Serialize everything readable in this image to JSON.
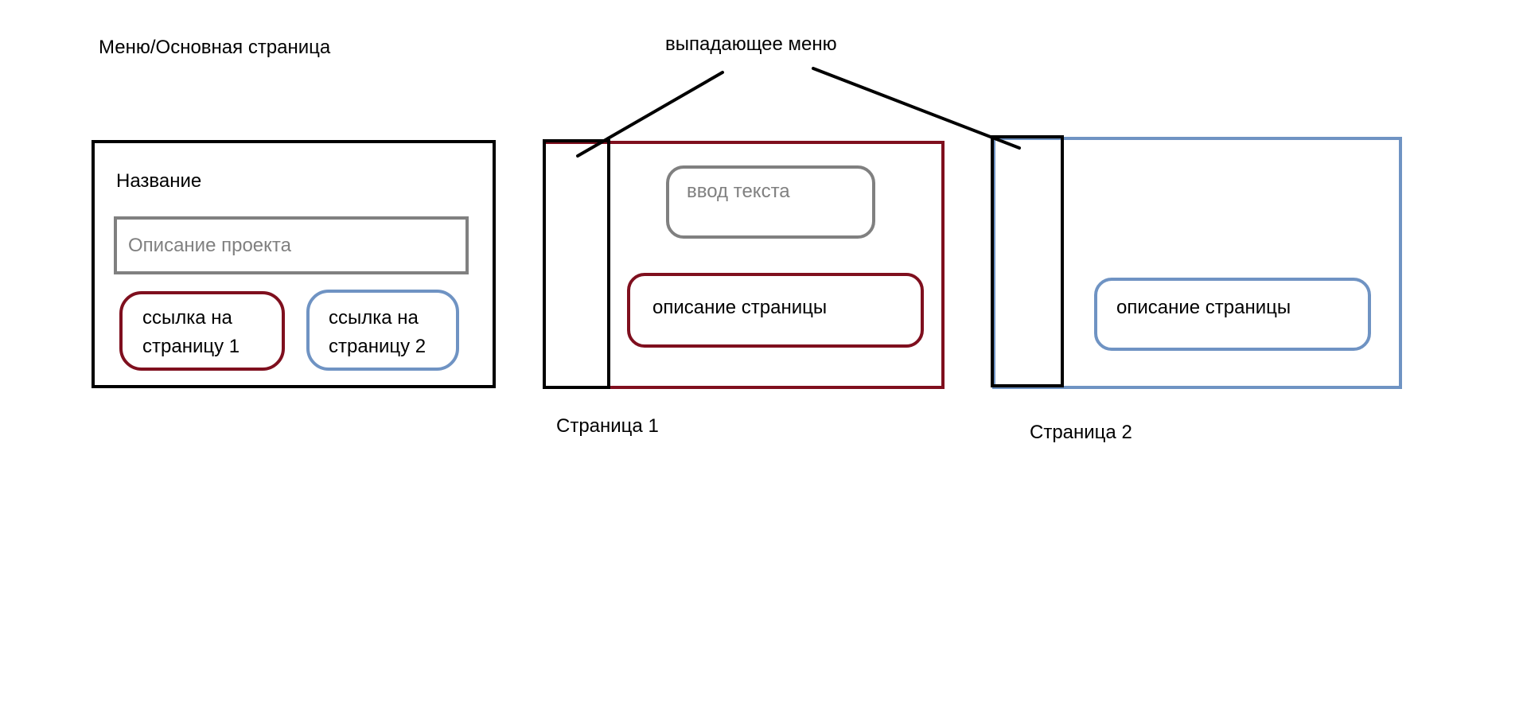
{
  "main_page": {
    "caption": "Меню/Основная страница",
    "title": "Название",
    "description_field": "Описание проекта",
    "link_page1": "ссылка на\nстраницу 1",
    "link_page2": "ссылка на\nстраницу 2"
  },
  "dropdown_label": "выпадающее меню",
  "page1": {
    "caption": "Страница 1",
    "text_input": "ввод текста",
    "description": "описание страницы"
  },
  "page2": {
    "caption": "Страница 2",
    "description": "описание страницы"
  },
  "colors": {
    "black": "#000000",
    "page1_accent": "#7f0f1e",
    "page2_accent": "#6f93c3",
    "gray": "#808080"
  }
}
